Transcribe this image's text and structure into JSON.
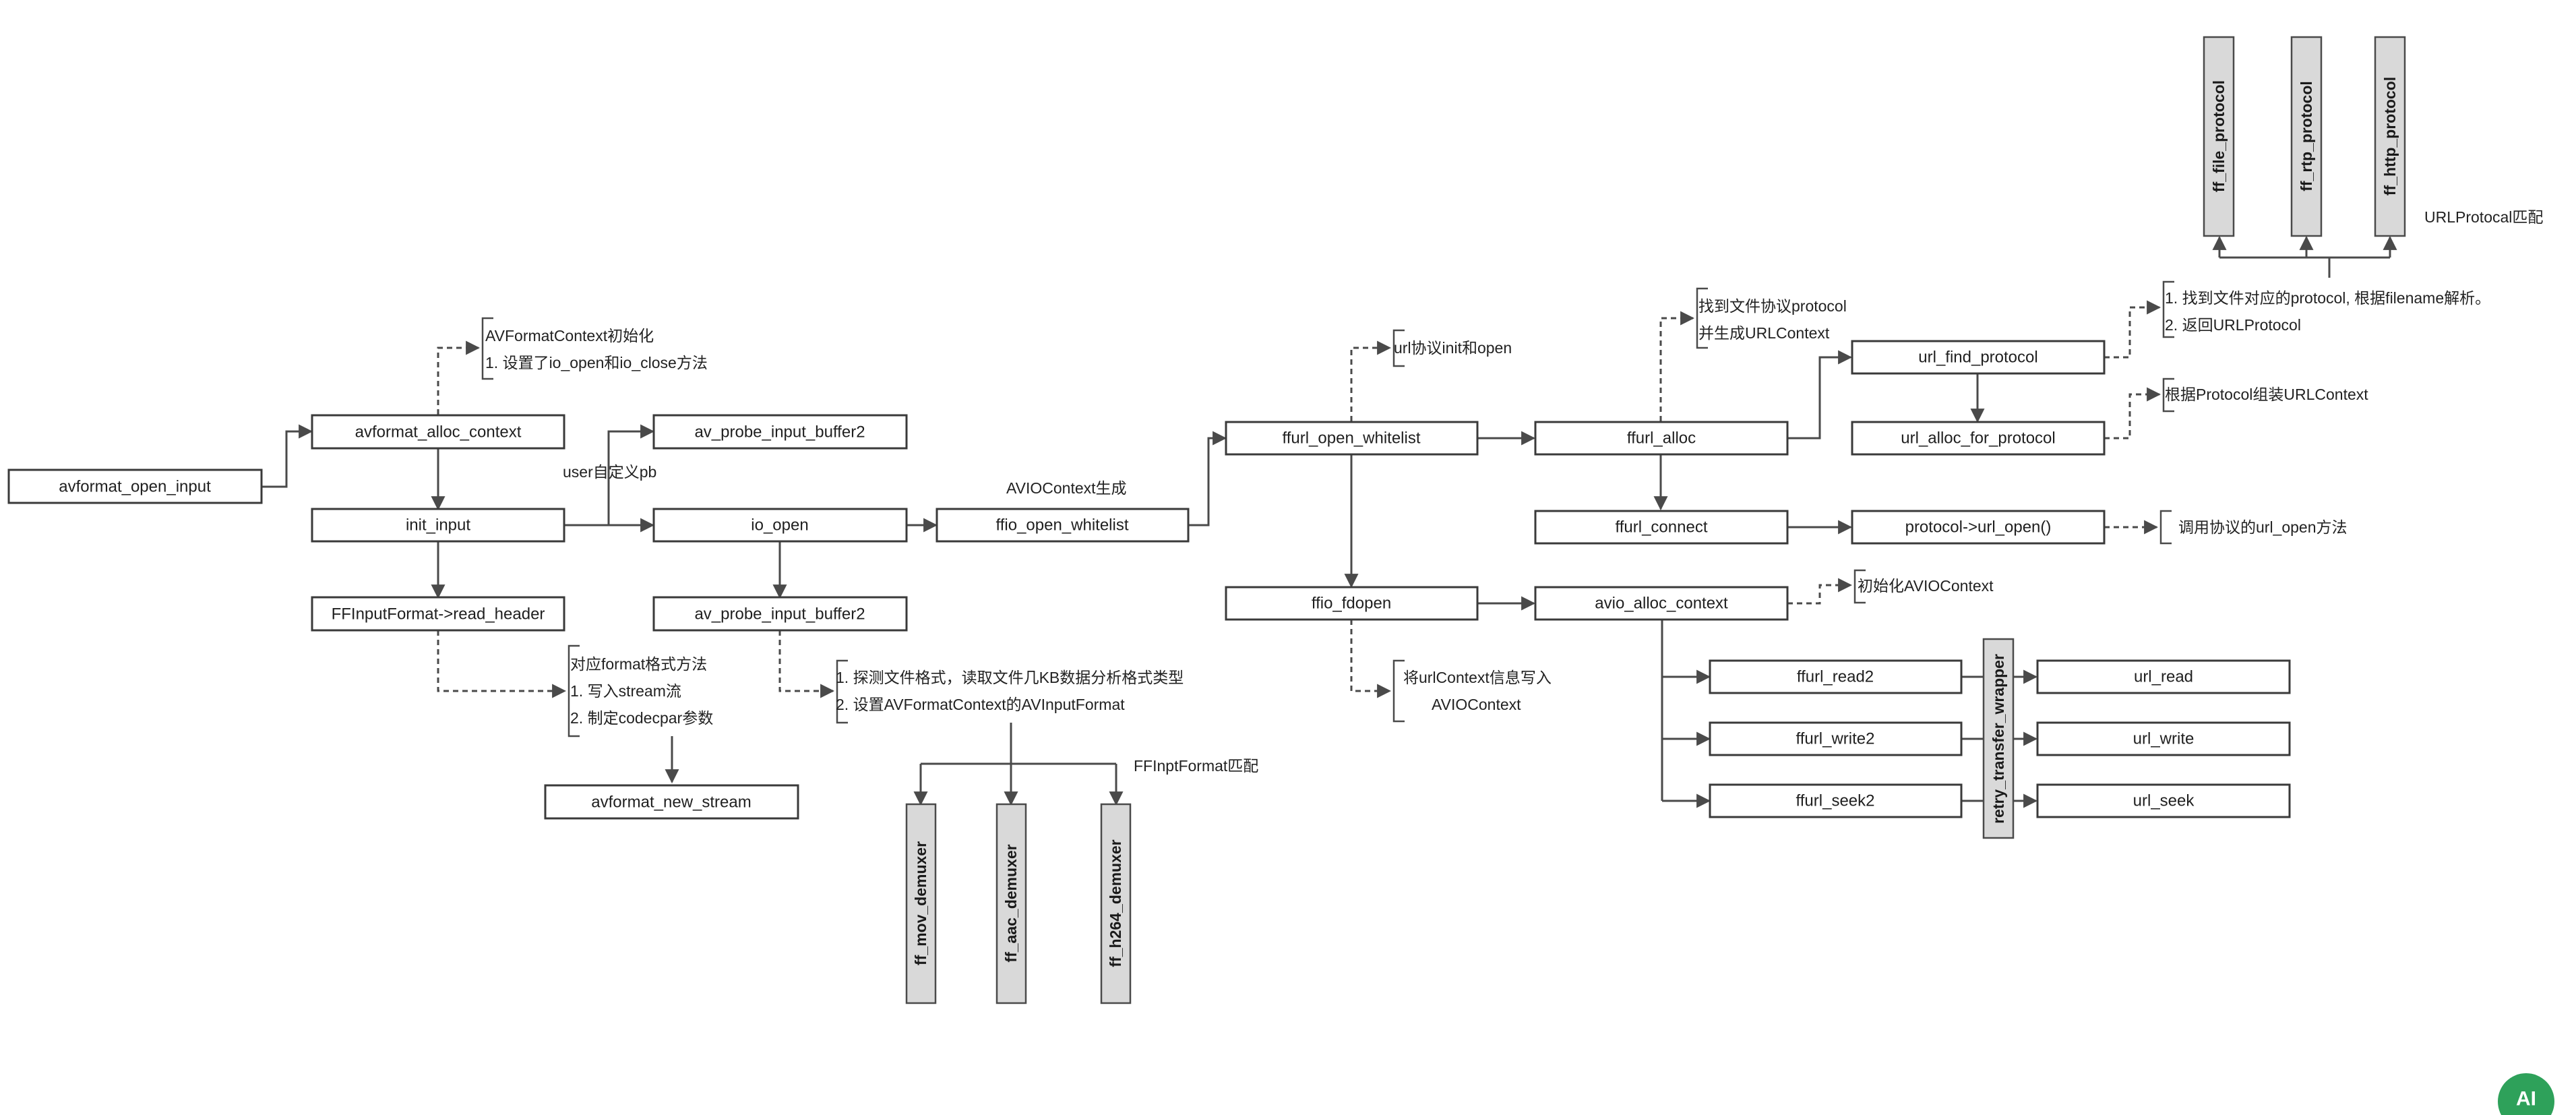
{
  "nodes": {
    "avformat_open_input": "avformat_open_input",
    "avformat_alloc_context": "avformat_alloc_context",
    "init_input": "init_input",
    "read_header": "FFInputFormat->read_header",
    "av_probe_input_buffer2_top": "av_probe_input_buffer2",
    "io_open": "io_open",
    "av_probe_input_buffer2_bottom": "av_probe_input_buffer2",
    "avformat_new_stream": "avformat_new_stream",
    "ffio_open_whitelist": "ffio_open_whitelist",
    "ffurl_open_whitelist": "ffurl_open_whitelist",
    "ffio_fdopen": "ffio_fdopen",
    "ffurl_alloc": "ffurl_alloc",
    "ffurl_connect": "ffurl_connect",
    "avio_alloc_context": "avio_alloc_context",
    "url_find_protocol": "url_find_protocol",
    "url_alloc_for_protocol": "url_alloc_for_protocol",
    "protocol_url_open": "protocol->url_open()",
    "ffurl_read2": "ffurl_read2",
    "ffurl_write2": "ffurl_write2",
    "ffurl_seek2": "ffurl_seek2",
    "url_read": "url_read",
    "url_write": "url_write",
    "url_seek": "url_seek",
    "retry_transfer_wrapper": "retry_transfer_wrapper",
    "ff_mov_demuxer": "ff_mov_demuxer",
    "ff_aac_demuxer": "ff_aac_demuxer",
    "ff_h264_demuxer": "ff_h264_demuxer",
    "ff_file_protocol": "ff_file_protocol",
    "ff_rtp_protocol": "ff_rtp_protocol",
    "ff_http_protocol": "ff_http_protocol"
  },
  "notes": {
    "alloc_context": [
      "AVFormatContext初始化",
      "1. 设置了io_open和io_close方法"
    ],
    "read_header": [
      "对应format格式方法",
      "1. 写入stream流",
      "2. 制定codecpar参数"
    ],
    "probe": [
      "1. 探测文件格式，读取文件几KB数据分析格式类型",
      "2. 设置AVFormatContext的AVInputFormat"
    ],
    "url_protocol_init": [
      "url协议init和open"
    ],
    "ffurl_alloc": [
      "找到文件协议protocol",
      "并生成URLContext"
    ],
    "find_protocol": [
      "1. 找到文件对应的protocol, 根据filename解析。",
      "2. 返回URLProtocol"
    ],
    "alloc_for_protocol": [
      "根据Protocol组装URLContext"
    ],
    "url_open": [
      "调用协议的url_open方法"
    ],
    "avio_alloc": [
      "初始化AVIOContext"
    ],
    "fdopen": [
      "将urlContext信息写入",
      "AVIOContext"
    ]
  },
  "labels": {
    "user_pb": "user自定义pb",
    "avio_context_gen": "AVIOContext生成",
    "ffinput_match": "FFInptFormat匹配",
    "urlprotocol_match": "URLProtocal匹配"
  },
  "ai_button": "AI"
}
